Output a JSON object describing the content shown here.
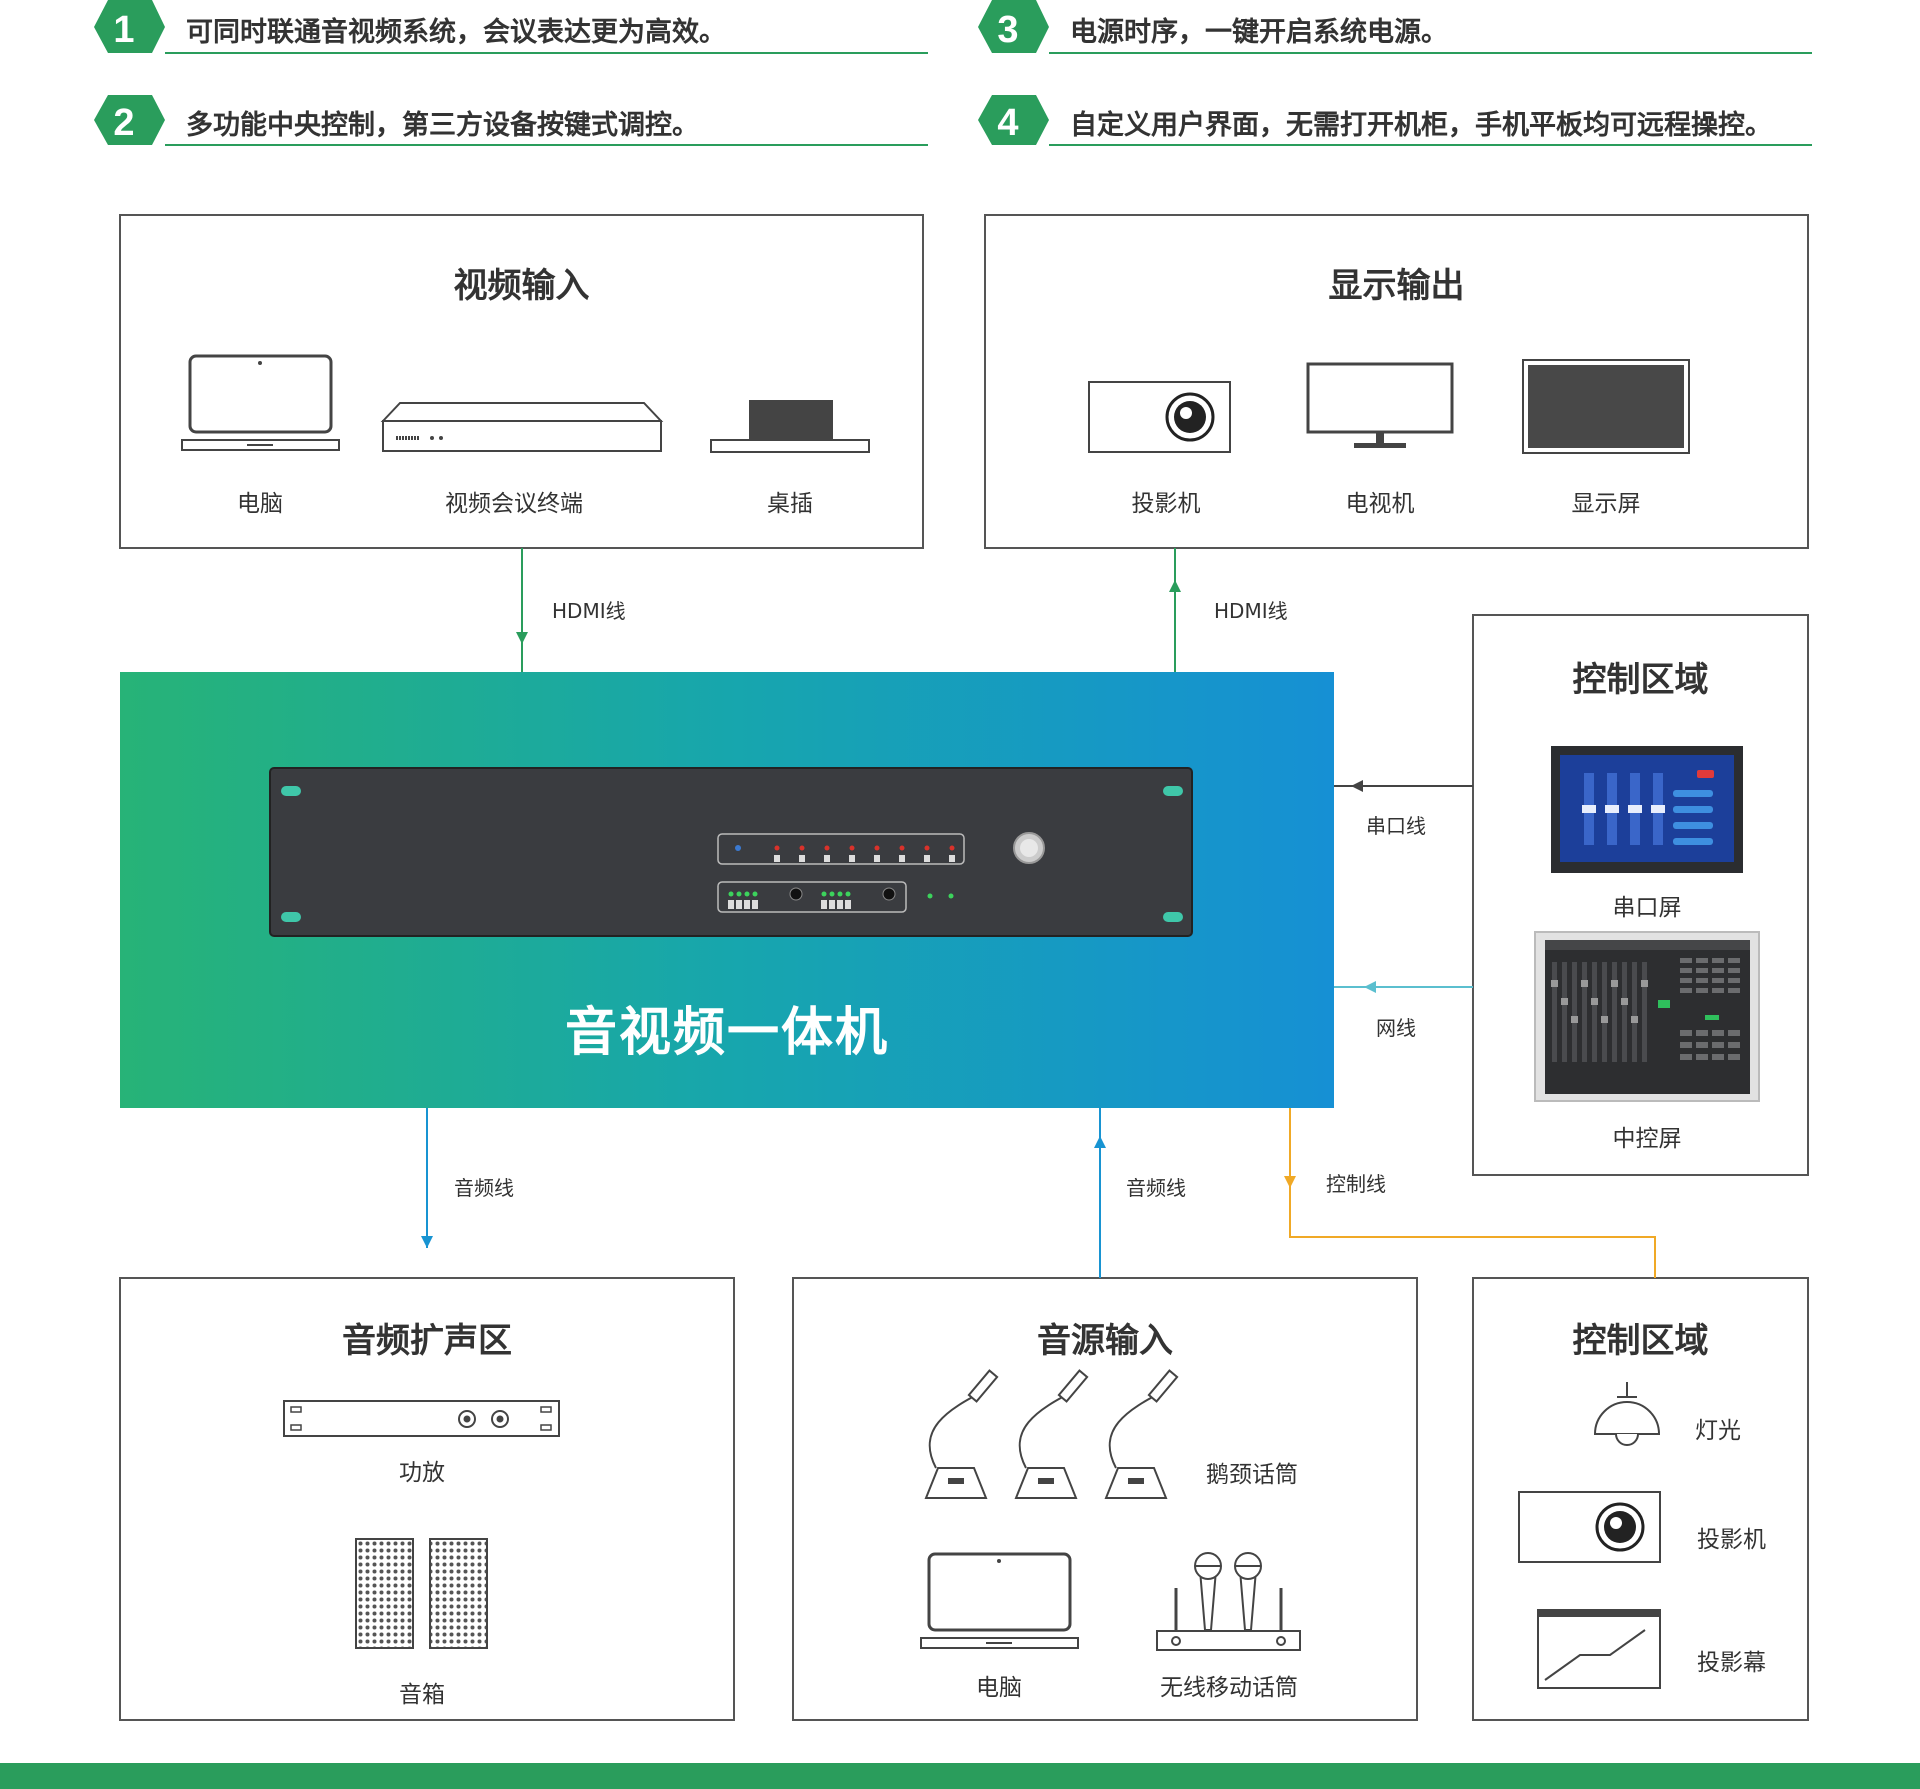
{
  "features": [
    {
      "num": "1",
      "text": "可同时联通音视频系统，会议表达更为高效。"
    },
    {
      "num": "2",
      "text": "多功能中央控制，第三方设备按键式调控。"
    },
    {
      "num": "3",
      "text": "电源时序，一键开启系统电源。"
    },
    {
      "num": "4",
      "text": "自定义用户界面，无需打开机柜，手机平板均可远程操控。"
    }
  ],
  "video_input": {
    "title": "视频输入",
    "devices": [
      "电脑",
      "视频会议终端",
      "桌插"
    ]
  },
  "display_output": {
    "title": "显示输出",
    "devices": [
      "投影机",
      "电视机",
      "显示屏"
    ]
  },
  "control_top": {
    "title": "控制区域",
    "devices": [
      "串口屏",
      "中控屏"
    ]
  },
  "main_unit": {
    "title": "音视频一体机"
  },
  "audio_amp": {
    "title": "音频扩声区",
    "devices": [
      "功放",
      "音箱"
    ]
  },
  "audio_source": {
    "title": "音源输入",
    "devices": [
      "鹅颈话筒",
      "电脑",
      "无线移动话筒"
    ]
  },
  "control_bottom": {
    "title": "控制区域",
    "devices": [
      "灯光",
      "投影机",
      "投影幕"
    ]
  },
  "connections": {
    "hdmi_in": "HDMI线",
    "hdmi_out": "HDMI线",
    "serial": "串口线",
    "network": "网线",
    "audio_out": "音频线",
    "audio_in": "音频线",
    "control": "控制线"
  },
  "colors": {
    "green": "#2a9d5c",
    "blue": "#1894d2",
    "orange": "#f0a926",
    "cyan": "#5bbfcf",
    "gradient_start": "#27b377",
    "gradient_end": "#1690d4"
  }
}
